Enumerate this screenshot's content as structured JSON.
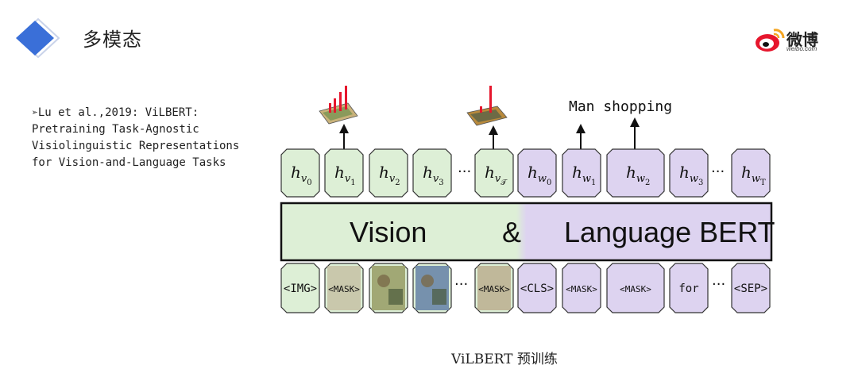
{
  "header": {
    "title": "多模态",
    "brand_name": "微博",
    "brand_url": "weibo.com"
  },
  "citation": {
    "bullet": "➢",
    "lines": [
      "Lu et al.,2019:  ViLBERT:",
      "Pretraining Task-Agnostic",
      "Visiolinguistic Representations",
      "for Vision-and-Language Tasks"
    ]
  },
  "diagram": {
    "output_caption": "Man shopping",
    "bert_label_left": "Vision",
    "bert_label_amp": "&",
    "bert_label_right": "Language BERT",
    "ellipsis": "···",
    "vision_outputs": [
      {
        "base": "h",
        "sub": "v",
        "subsub": "0"
      },
      {
        "base": "h",
        "sub": "v",
        "subsub": "1"
      },
      {
        "base": "h",
        "sub": "v",
        "subsub": "2"
      },
      {
        "base": "h",
        "sub": "v",
        "subsub": "3"
      },
      {
        "base": "h",
        "sub": "v",
        "subsub": "𝒯"
      }
    ],
    "language_outputs": [
      {
        "base": "h",
        "sub": "w",
        "subsub": "0"
      },
      {
        "base": "h",
        "sub": "w",
        "subsub": "1"
      },
      {
        "base": "h",
        "sub": "w",
        "subsub": "2"
      },
      {
        "base": "h",
        "sub": "w",
        "subsub": "3"
      },
      {
        "base": "h",
        "sub": "w",
        "subsub": "T"
      }
    ],
    "vision_inputs": [
      "<IMG>",
      "<MASK>",
      "",
      "",
      "<MASK>"
    ],
    "language_inputs": [
      "<CLS>",
      "<MASK>",
      "<MASK>",
      "for",
      "<SEP>"
    ]
  },
  "caption": "ViLBERT 预训练",
  "colors": {
    "vision_fill": "#ddefd6",
    "language_fill": "#ddd3f0",
    "accent_blue": "#3a6fd8",
    "weibo_red": "#e6162d"
  }
}
